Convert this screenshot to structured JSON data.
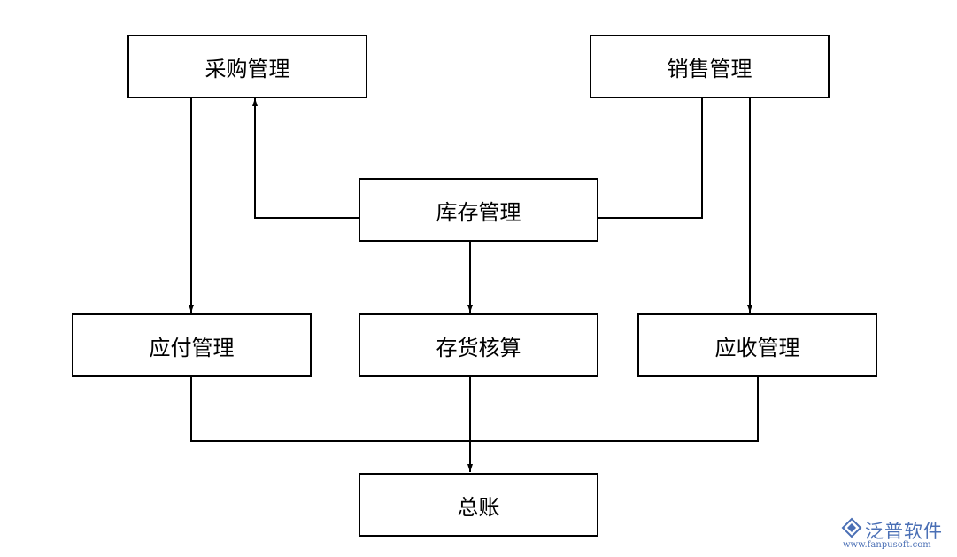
{
  "nodes": {
    "purchase": "采购管理",
    "sales": "销售管理",
    "inventory": "库存管理",
    "payable": "应付管理",
    "costing": "存货核算",
    "receivable": "应收管理",
    "ledger": "总账"
  },
  "watermark": {
    "brand": "泛普软件",
    "url": "www.fanpusoft.com",
    "color": "#4a6fb5"
  },
  "colors": {
    "line": "#000000",
    "background": "#ffffff"
  }
}
